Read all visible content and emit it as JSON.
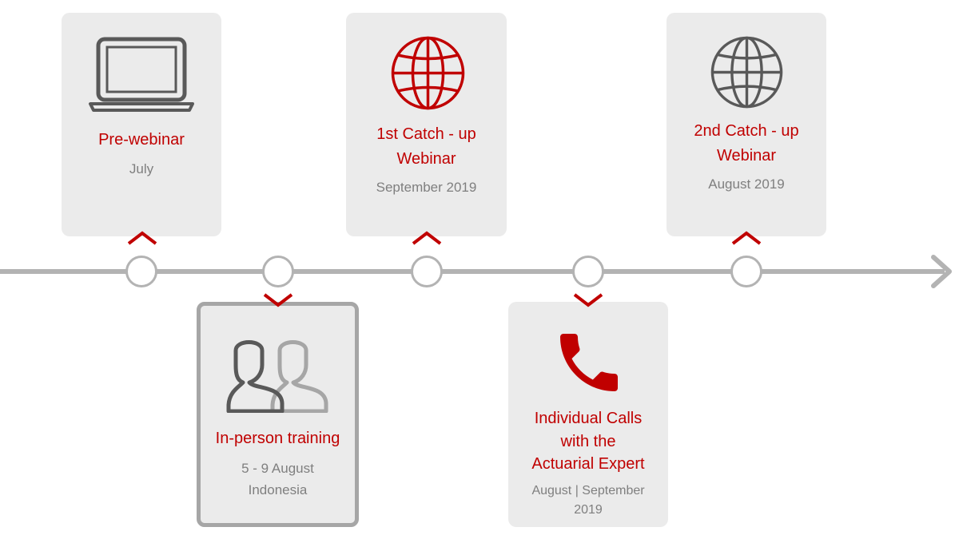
{
  "colors": {
    "accent": "#c00000",
    "line": "#b3b3b3",
    "card": "#ebebeb",
    "icon_dark": "#595959",
    "subtext": "#7f7f7f"
  },
  "milestones": [
    {
      "title_lines": [
        "Pre-webinar"
      ],
      "sub_lines": [
        "July"
      ],
      "icon": "laptop-icon",
      "position": "above"
    },
    {
      "title_lines": [
        "In-person training"
      ],
      "sub_lines": [
        "5 - 9 August",
        "Indonesia"
      ],
      "icon": "people-icon",
      "position": "below",
      "highlighted": true
    },
    {
      "title_lines": [
        "1st Catch - up",
        "Webinar"
      ],
      "sub_lines": [
        "September 2019"
      ],
      "icon": "globe-icon",
      "position": "above"
    },
    {
      "title_lines": [
        "Individual Calls",
        "with the",
        "Actuarial Expert"
      ],
      "sub_lines": [
        "August | September",
        "2019"
      ],
      "icon": "phone-icon",
      "position": "below"
    },
    {
      "title_lines": [
        "2nd Catch - up",
        "Webinar"
      ],
      "sub_lines": [
        "August 2019"
      ],
      "icon": "globe-icon",
      "position": "above"
    }
  ]
}
